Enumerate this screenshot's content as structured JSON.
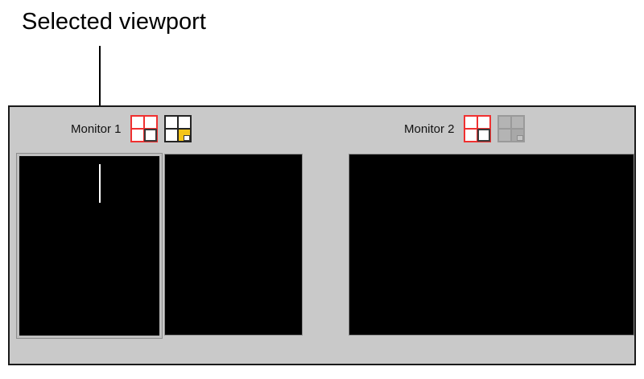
{
  "annotation": {
    "label": "Selected viewport",
    "leader_line": "vertical-callout-line"
  },
  "panel": {
    "background_color": "#c9c9c9",
    "border_color": "#1a1a1a"
  },
  "colors": {
    "selection_red": "#f03030",
    "active_yellow": "#f5c518",
    "icon_dark": "#242424",
    "disabled_gray": "#9a9a9a",
    "viewport_black": "#000000",
    "selected_outline": "#bfbfbf"
  },
  "monitors": [
    {
      "id": "monitor-1",
      "label": "Monitor 1",
      "layout_icons": [
        {
          "name": "quad-split-red-icon",
          "type": "quad-red",
          "enabled": true,
          "cells": [
            "plain",
            "plain",
            "plain",
            "dark"
          ]
        },
        {
          "name": "quad-split-nested-yellow-icon",
          "type": "quad-nested",
          "enabled": true,
          "cells": [
            "plain",
            "plain",
            "plain",
            "nested"
          ],
          "nested_cells": [
            "yellow",
            "yellow",
            "yellow",
            "light"
          ]
        }
      ],
      "viewports": [
        {
          "name": "viewport-1",
          "selected": true
        },
        {
          "name": "viewport-2",
          "selected": false
        }
      ]
    },
    {
      "id": "monitor-2",
      "label": "Monitor 2",
      "layout_icons": [
        {
          "name": "quad-split-red-icon",
          "type": "quad-red",
          "enabled": true,
          "cells": [
            "plain",
            "plain",
            "plain",
            "dark"
          ]
        },
        {
          "name": "quad-split-nested-yellow-icon-disabled",
          "type": "quad-nested",
          "enabled": false,
          "cells": [
            "plain",
            "plain",
            "plain",
            "nested"
          ],
          "nested_cells": [
            "yellow",
            "yellow",
            "yellow",
            "light"
          ]
        }
      ],
      "viewports": [
        {
          "name": "viewport-1",
          "selected": false
        }
      ]
    }
  ]
}
